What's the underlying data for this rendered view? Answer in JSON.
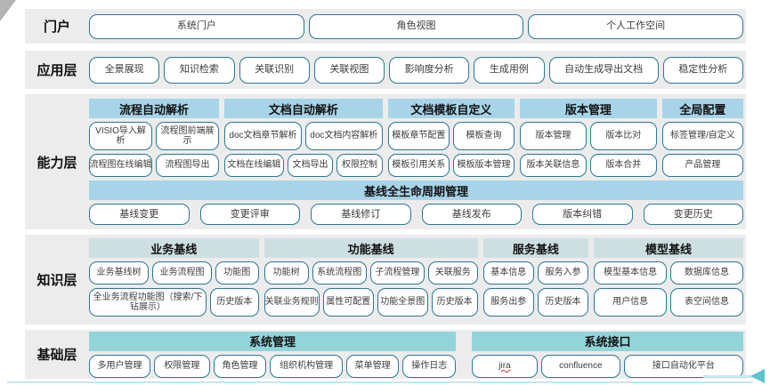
{
  "colors": {
    "band-bg": "#ECECEC",
    "header-blue": "#A7D4E8",
    "header-pale": "#CEDFE2",
    "header-teal": "#92D4DA",
    "btn-border": "#2B7893",
    "btn-text": "#3C3C3C",
    "label-text": "#111111",
    "arrow-line": "#C9E5F1",
    "arrow-head": "#5BC4D0",
    "corner-gray": "#B4B4B4",
    "underline-red": "#E03030"
  },
  "layers": {
    "portal": {
      "label": "门户",
      "buttons": [
        "系统门户",
        "角色视图",
        "个人工作空间"
      ]
    },
    "application": {
      "label": "应用层",
      "buttons": [
        "全景展现",
        "知识检索",
        "关联识别",
        "关联视图",
        "影响度分析",
        "生成用例",
        "自动生成导出文档",
        "稳定性分析"
      ]
    },
    "capability": {
      "label": "能力层",
      "groups": [
        {
          "title": "流程自动解析",
          "rows": [
            [
              "VISIO导入解析",
              "流程图前端展示"
            ],
            [
              "流程图在线编辑",
              "流程图导出"
            ]
          ]
        },
        {
          "title": "文档自动解析",
          "rows": [
            [
              "doc文档章节解析",
              "doc文档内容解析"
            ],
            [
              "文档在线编辑",
              "文档导出",
              "权限控制"
            ]
          ]
        },
        {
          "title": "文档模板自定义",
          "rows": [
            [
              "模板章节配置",
              "模板查询"
            ],
            [
              "模板引用关系",
              "模板版本管理"
            ]
          ]
        },
        {
          "title": "版本管理",
          "rows": [
            [
              "版本管理",
              "版本比对"
            ],
            [
              "版本关联信息",
              "版本合并"
            ]
          ]
        },
        {
          "title": "全局配置",
          "rows": [
            [
              "标签管理/自定义"
            ],
            [
              "产品管理"
            ]
          ]
        }
      ],
      "baseline_title": "基线全生命周期管理",
      "baseline_buttons": [
        "基线变更",
        "变更评审",
        "基线修订",
        "基线发布",
        "版本纠错",
        "变更历史"
      ]
    },
    "knowledge": {
      "label": "知识层",
      "groups": [
        {
          "title": "业务基线",
          "rows": [
            [
              "业务基线树",
              "业务流程图",
              "功能图"
            ],
            [
              "全业务流程功能图（搜索/下钻展示）",
              "历史版本"
            ]
          ]
        },
        {
          "title": "功能基线",
          "rows": [
            [
              "功能树",
              "系统流程图",
              "子流程管理",
              "关联服务"
            ],
            [
              "关联业务规则",
              "属性可配置",
              "功能全景图",
              "历史版本"
            ]
          ]
        },
        {
          "title": "服务基线",
          "rows": [
            [
              "基本信息",
              "服务入参"
            ],
            [
              "服务出参",
              "历史版本"
            ]
          ]
        },
        {
          "title": "模型基线",
          "rows": [
            [
              "模型基本信息",
              "数据库信息"
            ],
            [
              "用户信息",
              "表空间信息"
            ]
          ]
        }
      ]
    },
    "foundation": {
      "label": "基础层",
      "groups": [
        {
          "title": "系统管理",
          "rows": [
            [
              "多用户管理",
              "权限管理",
              "角色管理",
              "组织机构管理",
              "菜单管理",
              "操作日志"
            ]
          ]
        },
        {
          "title": "系统接口",
          "rows": [
            [
              "jira",
              "confluence",
              "接口自动化平台"
            ]
          ]
        }
      ]
    }
  }
}
